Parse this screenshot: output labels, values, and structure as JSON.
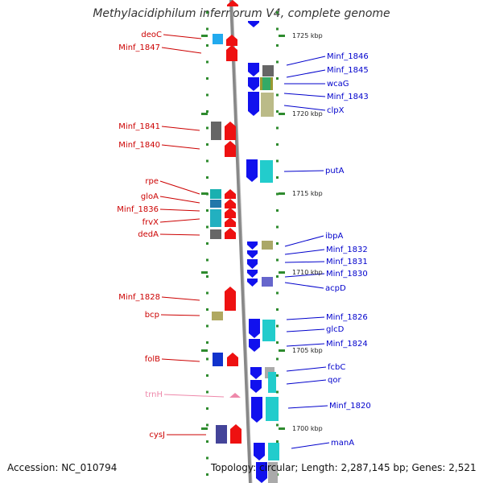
{
  "title": "Methylacidiphilum infernorum V4, complete genome",
  "footer": {
    "accession": "Accession: NC_010794",
    "summary": "Topology: circular; Length: 2,287,145 bp; Genes: 2,521"
  },
  "colors": {
    "left_label": "#cc0000",
    "right_label": "#0000cc",
    "trna_label": "#ee88aa",
    "backbone": "#888888",
    "tick": "#2e8b2e"
  },
  "kbp_labels": [
    "1725 kbp",
    "1720 kbp",
    "1715 kbp",
    "1710 kbp",
    "1705 kbp",
    "1700 kbp"
  ],
  "left_labels": [
    "deoC",
    "Minf_1847",
    "Minf_1841",
    "Minf_1840",
    "rpe",
    "gloA",
    "Minf_1836",
    "frvX",
    "dedA",
    "Minf_1828",
    "bcp",
    "folB",
    "trnH",
    "cysJ"
  ],
  "right_labels": [
    "Minf_1846",
    "Minf_1845",
    "wcaG",
    "Minf_1843",
    "clpX",
    "putA",
    "ibpA",
    "Minf_1832",
    "Minf_1831",
    "Minf_1830",
    "acpD",
    "Minf_1826",
    "glcD",
    "Minf_1824",
    "fcbC",
    "qor",
    "Minf_1820",
    "manA"
  ]
}
